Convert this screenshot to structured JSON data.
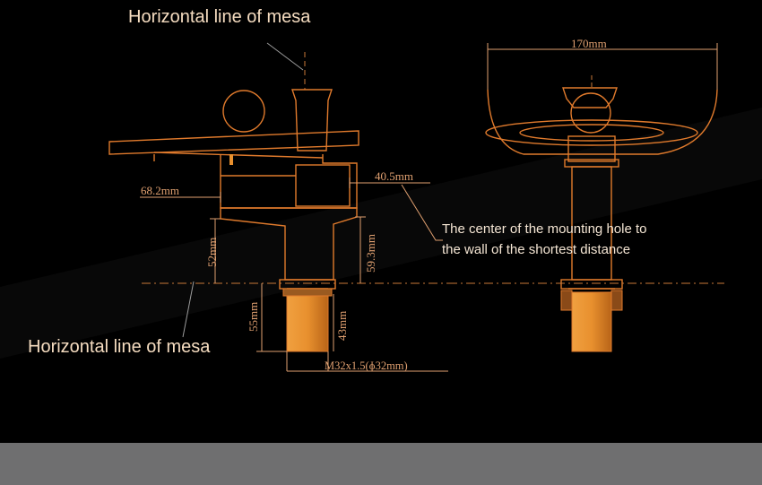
{
  "captions": {
    "top": "Horizontal line of mesa",
    "bottom": "Horizontal line of mesa"
  },
  "note": {
    "text": "The center of the mounting hole to the wall of the shortest distance"
  },
  "dimensions": {
    "width_right": "170mm",
    "center_to_wall": "40.5mm",
    "spout_reach": "68.2mm",
    "base_height": "52mm",
    "body_height": "59.3mm",
    "shank_total": "55mm",
    "shank_thread": "43mm",
    "thread_spec": "M32x1.5(ɸ32mm)"
  },
  "colors": {
    "background": "#000000",
    "outline": "#e07a2c",
    "dimension": "#e0a070",
    "shank_fill": "#e8902e",
    "footer_bar": "#6f6f70"
  }
}
